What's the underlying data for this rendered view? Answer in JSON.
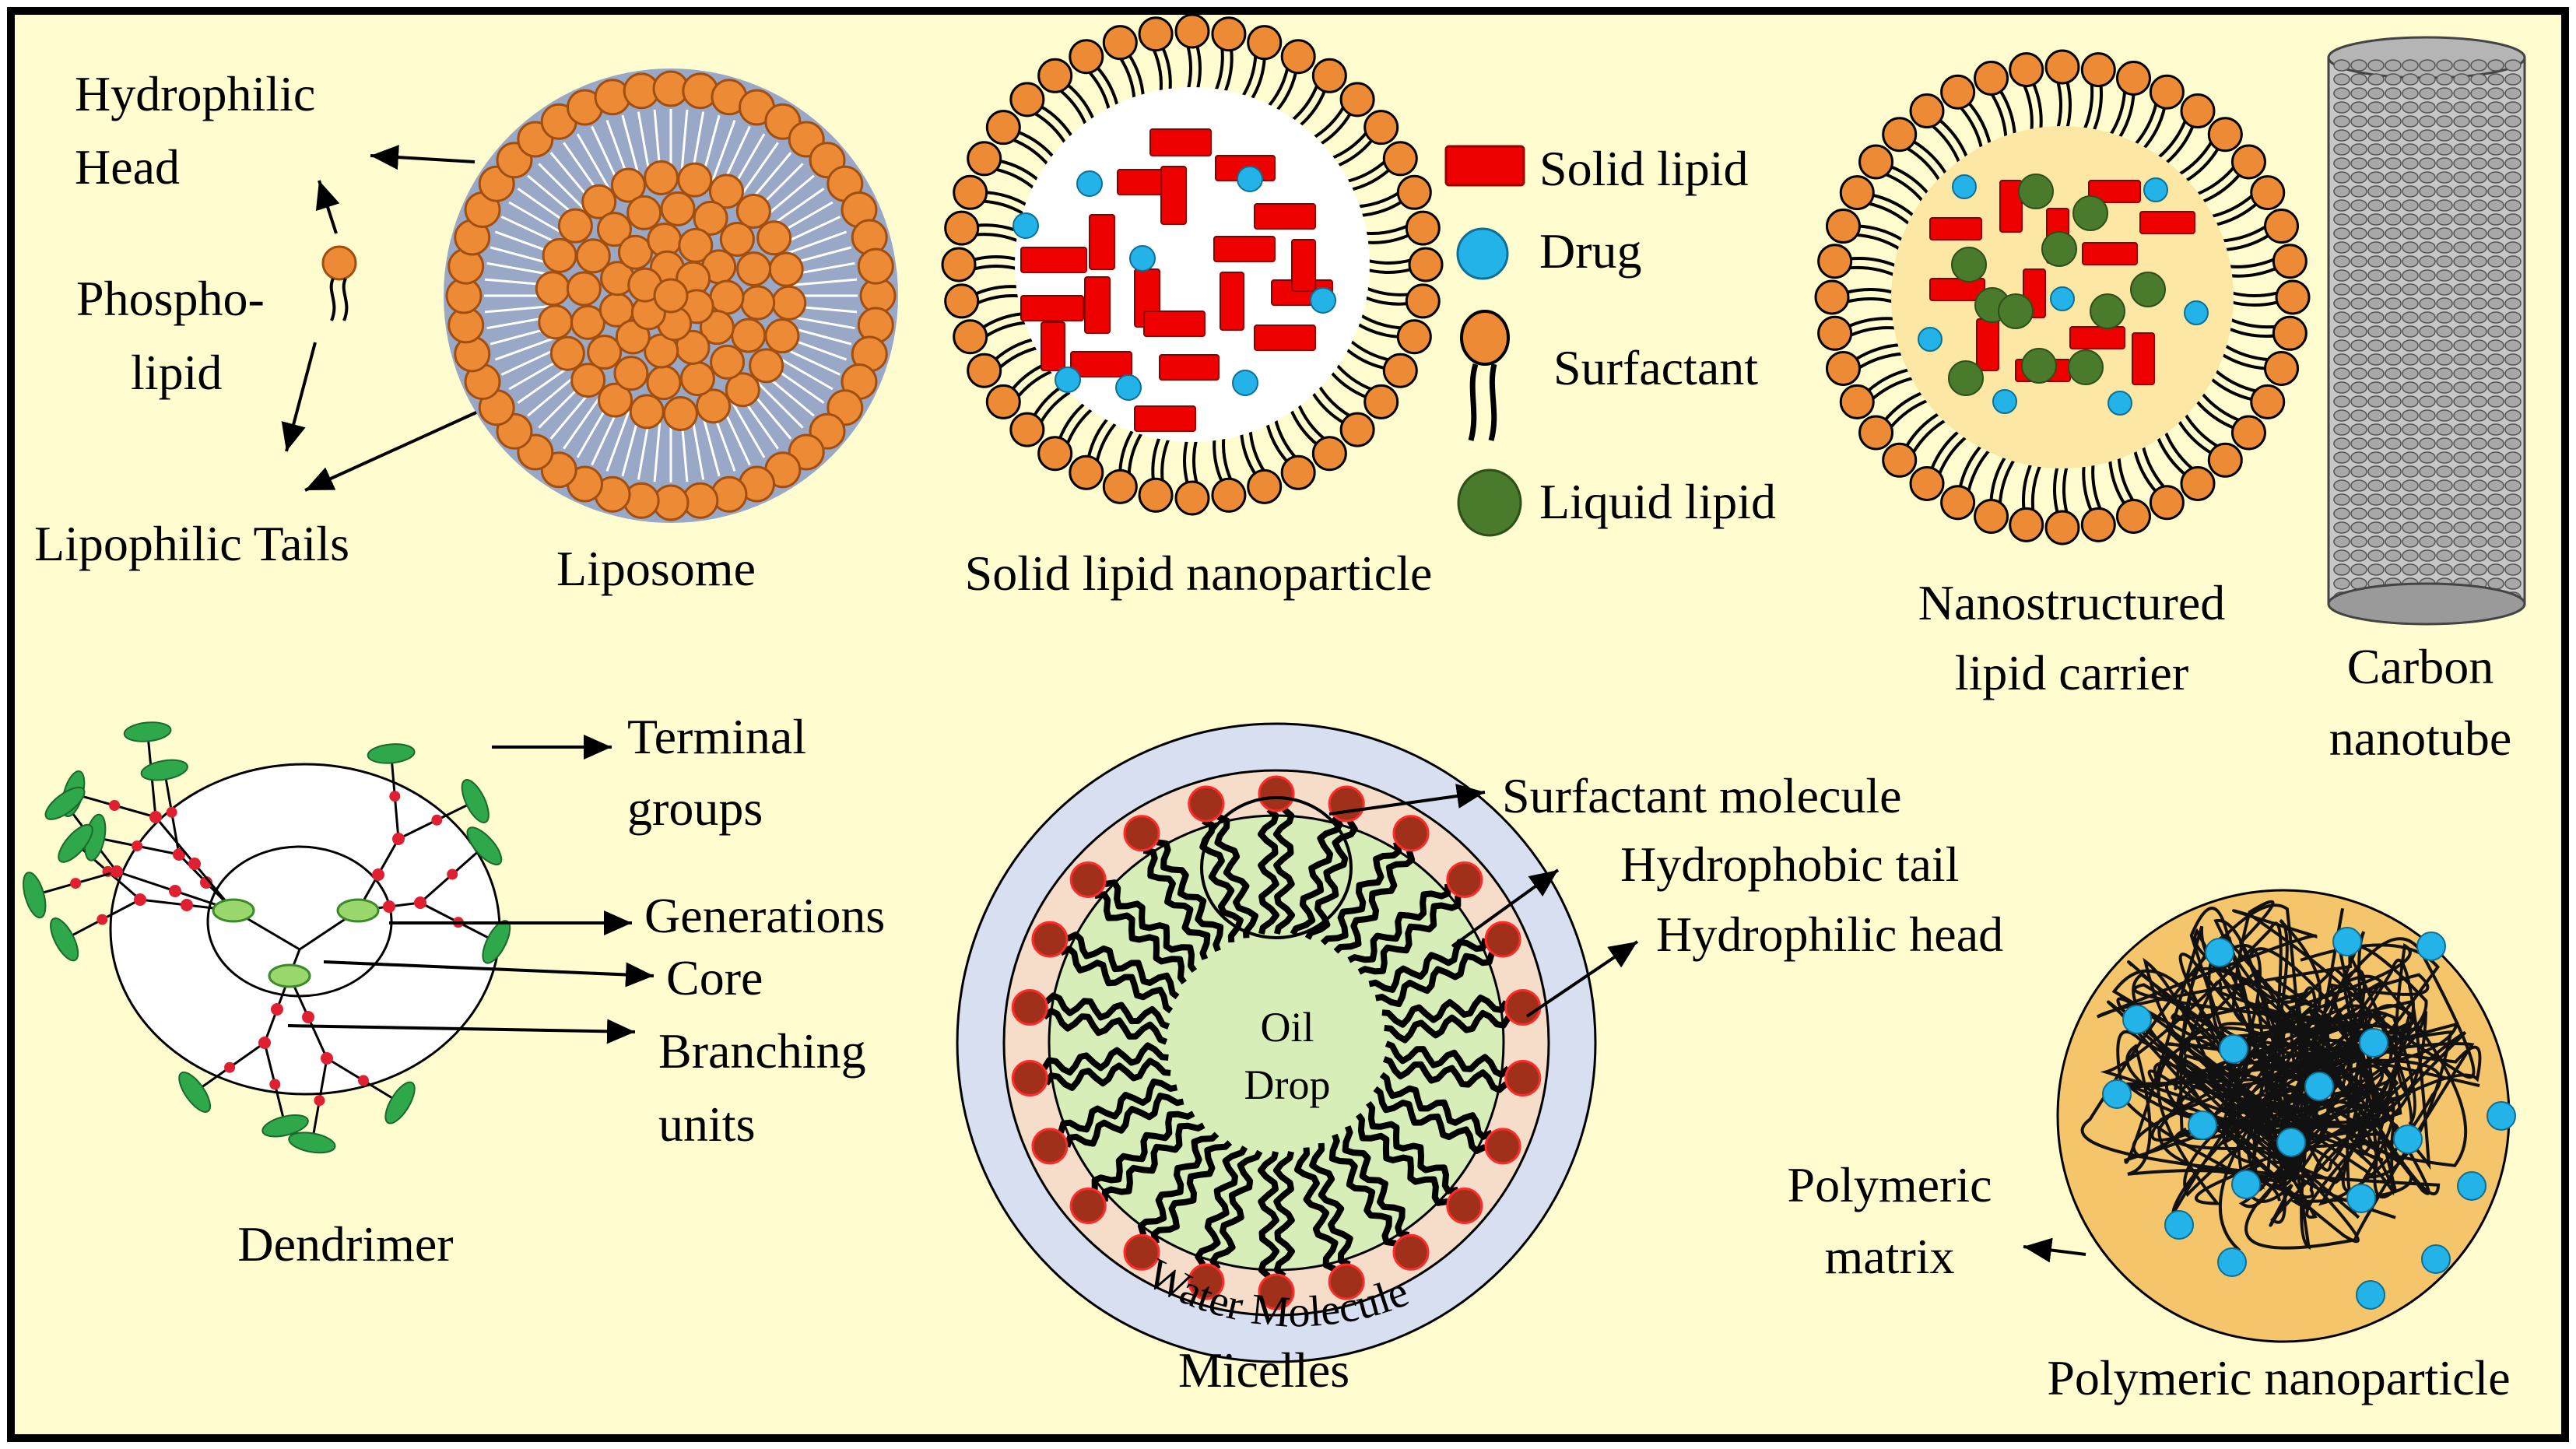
{
  "colors": {
    "background": "#fffdd0",
    "border": "#000000",
    "orange": "#ed8a35",
    "orange_stroke": "#a14f10",
    "liposome_fill": "#9aa8c8",
    "solid_lipid": "#ee0000",
    "drug": "#23b3e8",
    "liquid_lipid": "#4a7a2c",
    "nlc_core": "#fce7a4",
    "dendrimer_green": "#2ea84a",
    "dendrimer_red": "#e02030",
    "micelle_outer": "#d7dff0",
    "micelle_ring": "#f6ddc9",
    "micelle_core": "#d7eeb9",
    "micelle_head": "#a0301a",
    "polymer_fill": "#f4c56a",
    "nanotube_gray": "#9a9a9a"
  },
  "liposome": {
    "name": "Liposome",
    "hydrophilic_head": [
      "Hydrophilic",
      "Head"
    ],
    "phospholipid": [
      "Phospho-",
      "lipid"
    ],
    "lipophilic_tails": "Lipophilic  Tails"
  },
  "sln": {
    "name": "Solid lipid nanoparticle"
  },
  "legend": {
    "items": [
      {
        "label": "Solid lipid",
        "icon": "red-rectangle-icon"
      },
      {
        "label": "Drug",
        "icon": "blue-circle-icon"
      },
      {
        "label": "Surfactant",
        "icon": "surfactant-icon"
      },
      {
        "label": "Liquid lipid",
        "icon": "green-circle-icon"
      }
    ]
  },
  "nlc": {
    "name": [
      "Nanostructured",
      "lipid carrier"
    ]
  },
  "nanotube": {
    "name": [
      "Carbon",
      "nanotube"
    ]
  },
  "dendrimer": {
    "name": "Dendrimer",
    "terminal_groups": [
      "Terminal",
      "groups"
    ],
    "generations": "Generations",
    "core": "Core",
    "branching_units": [
      "Branching",
      "units"
    ]
  },
  "micelle": {
    "name": "Micelles",
    "surfactant_molecule": "Surfactant  molecule",
    "hydrophobic_tail": "Hydrophobic tail",
    "hydrophilic_head": "Hydrophilic  head",
    "oil_drop": [
      "Oil",
      "Drop"
    ],
    "water_molecule": "Water Molecule"
  },
  "polymeric": {
    "name": "Polymeric  nanoparticle",
    "matrix": [
      "Polymeric",
      "matrix"
    ]
  }
}
